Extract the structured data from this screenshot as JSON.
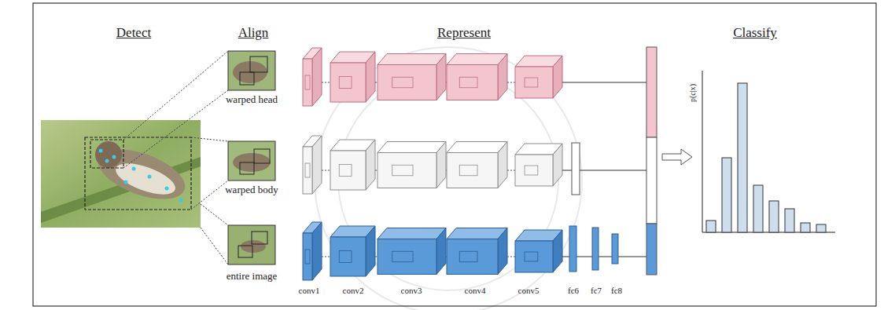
{
  "diagram": {
    "nodes": [
      {
        "text": [
          "warped head"
        ]
      },
      {
        "text": [
          "warped body"
        ]
      },
      {
        "text": [
          "entire image"
        ]
      }
    ],
    "labels": [
      "Detect",
      "Align",
      "Represent",
      "Classify",
      "conv1",
      "conv2",
      "conv3",
      "conv4",
      "conv5",
      "fc6",
      "fc7",
      "fc8",
      "p(c|x)"
    ]
  }
}
